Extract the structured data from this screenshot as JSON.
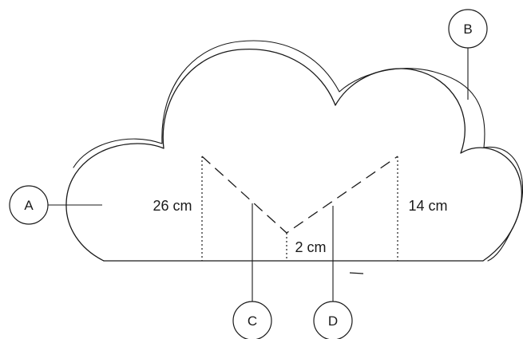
{
  "callouts": {
    "a": "A",
    "b": "B",
    "c": "C",
    "d": "D"
  },
  "measurements": {
    "left_height": "26 cm",
    "right_height": "14 cm",
    "middle_height": "2 cm"
  },
  "colors": {
    "stroke": "#1a1a1a",
    "background": "#ffffff"
  }
}
